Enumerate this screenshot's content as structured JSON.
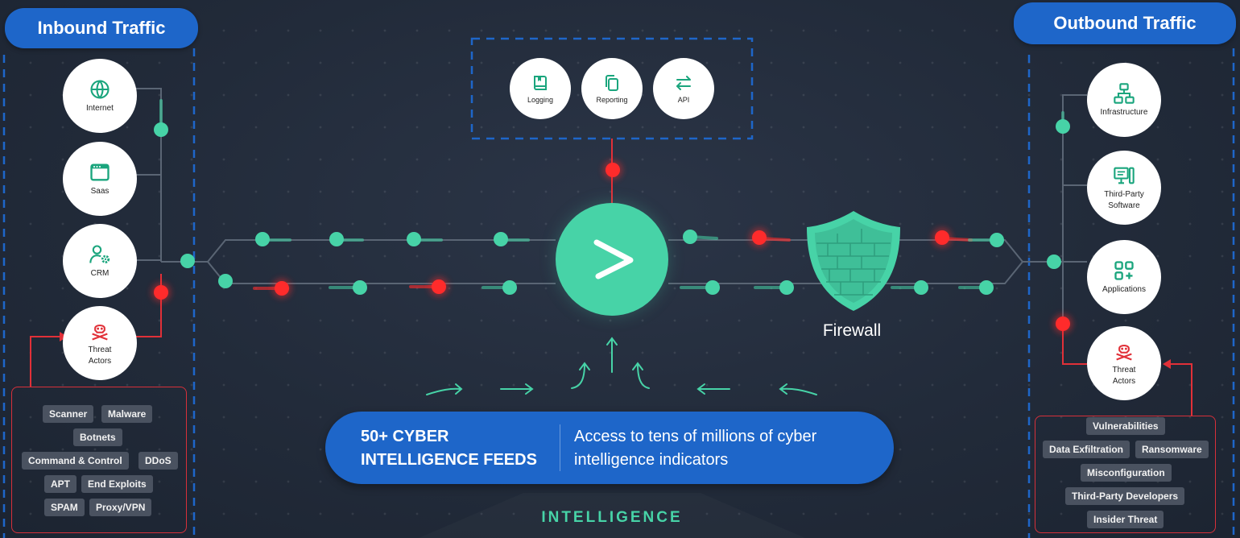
{
  "inbound": {
    "title": "Inbound Traffic",
    "nodes": [
      {
        "label": "Internet",
        "icon": "globe-icon"
      },
      {
        "label": "Saas",
        "icon": "browser-window-icon"
      },
      {
        "label": "CRM",
        "icon": "user-gear-icon"
      },
      {
        "label_line1": "Threat",
        "label_line2": "Actors",
        "icon": "skull-crossbones-icon"
      }
    ],
    "threats": [
      "Scanner",
      "Malware",
      "Botnets",
      "Command & Control",
      "DDoS",
      "APT",
      "End Exploits",
      "SPAM",
      "Proxy/VPN"
    ]
  },
  "outbound": {
    "title": "Outbound Traffic",
    "nodes": [
      {
        "label": "Infrastructure",
        "icon": "network-icon"
      },
      {
        "label_line1": "Third-Party",
        "label_line2": "Software",
        "icon": "desktop-icon"
      },
      {
        "label": "Applications",
        "icon": "apps-grid-icon"
      },
      {
        "label_line1": "Threat",
        "label_line2": "Actors",
        "icon": "skull-crossbones-icon"
      }
    ],
    "threats": [
      "Vulnerabilities",
      "Data Exfiltration",
      "Ransomware",
      "Misconfiguration",
      "Third-Party Developers",
      "Insider Threat"
    ]
  },
  "tools": [
    {
      "label": "Logging",
      "icon": "book-icon"
    },
    {
      "label": "Reporting",
      "icon": "copy-icon"
    },
    {
      "label": "API",
      "icon": "swap-arrows-icon"
    }
  ],
  "firewall_label": "Firewall",
  "banner": {
    "left_line1": "50+ CYBER",
    "left_line2": "INTELLIGENCE FEEDS",
    "right_line1": "Access to tens of millions of cyber",
    "right_line2": "intelligence indicators"
  },
  "intelligence_label": "INTELLIGENCE",
  "colors": {
    "accent_green": "#47d3a7",
    "threat_red": "#ff2b2b",
    "brand_blue": "#1e66c9",
    "background": "#222b3a"
  }
}
